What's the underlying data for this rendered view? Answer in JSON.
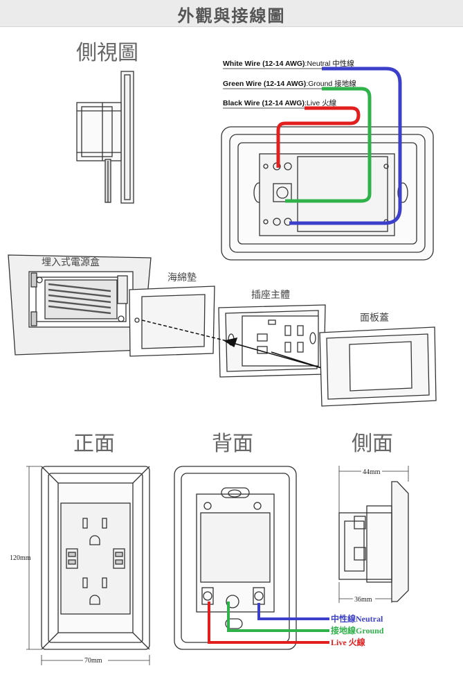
{
  "header": {
    "title": "外觀與接線圖"
  },
  "top": {
    "side_view_label": "側視圖",
    "wires": [
      {
        "code": "White Wire (12-14 AWG)",
        "role": ":Neutral",
        "zh": "中性線",
        "color": "#3b3fc9"
      },
      {
        "code": "Green Wire (12-14 AWG)",
        "role": ":Ground",
        "zh": "接地線",
        "color": "#2fb24a"
      },
      {
        "code": "Black Wire (12-14 AWG)",
        "role": ":Live",
        "zh": "火線",
        "color": "#e11f1f"
      }
    ]
  },
  "exploded": {
    "box_label": "埋入式電源盒",
    "sponge_label": "海綿墊",
    "body_label": "插座主體",
    "cover_label": "面板蓋"
  },
  "views": {
    "front_label": "正面",
    "back_label": "背面",
    "side_label": "側面"
  },
  "dimensions": {
    "height": "120mm",
    "width": "70mm",
    "depth_total": "44mm",
    "depth_body": "36mm"
  },
  "legend": [
    {
      "text": "中性線Neutral",
      "color": "#3b3fc9"
    },
    {
      "text": "接地線Ground",
      "color": "#2fb24a"
    },
    {
      "text": "Live 火線",
      "color": "#e11f1f"
    }
  ]
}
